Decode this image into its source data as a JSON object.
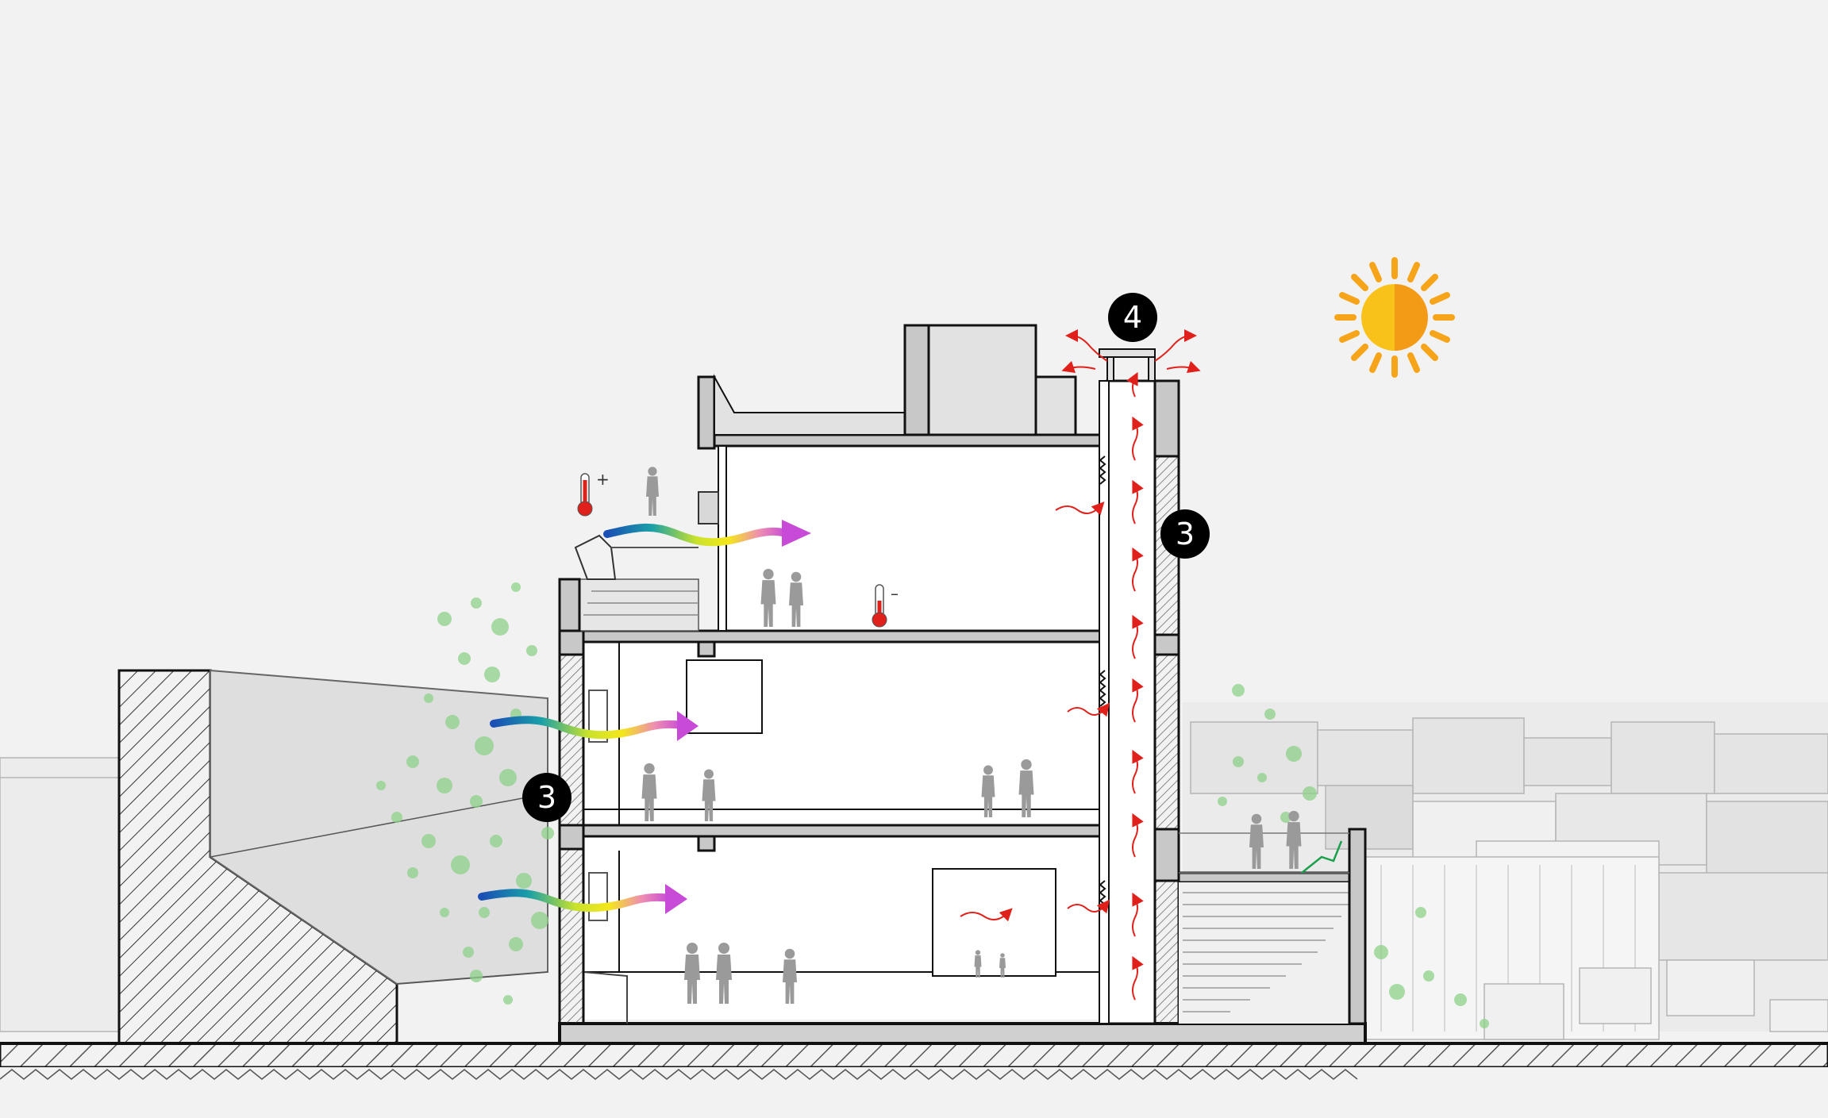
{
  "markers": [
    {
      "id": "marker-3-left",
      "label": "3"
    },
    {
      "id": "marker-3-right",
      "label": "3"
    },
    {
      "id": "marker-4-top",
      "label": "4"
    }
  ],
  "thermometers": [
    {
      "id": "thermometer-warm",
      "sign": "+"
    },
    {
      "id": "thermometer-cool",
      "sign": "–"
    }
  ],
  "colors": {
    "background": "#f2f2f2",
    "structure": "#111111",
    "wall_fill": "#c8c8c8",
    "warm_airflow": "#e0201a",
    "sun": "#f6a51a",
    "vegetation": "#8fd18a",
    "people": "#9a9a9a",
    "marker_fill": "#000000"
  },
  "icons": {
    "sun": "sun-icon",
    "thermometer": "thermometer-icon",
    "airflow": "airflow-arrow-icon",
    "stack_flow": "stack-ventilation-icon"
  }
}
